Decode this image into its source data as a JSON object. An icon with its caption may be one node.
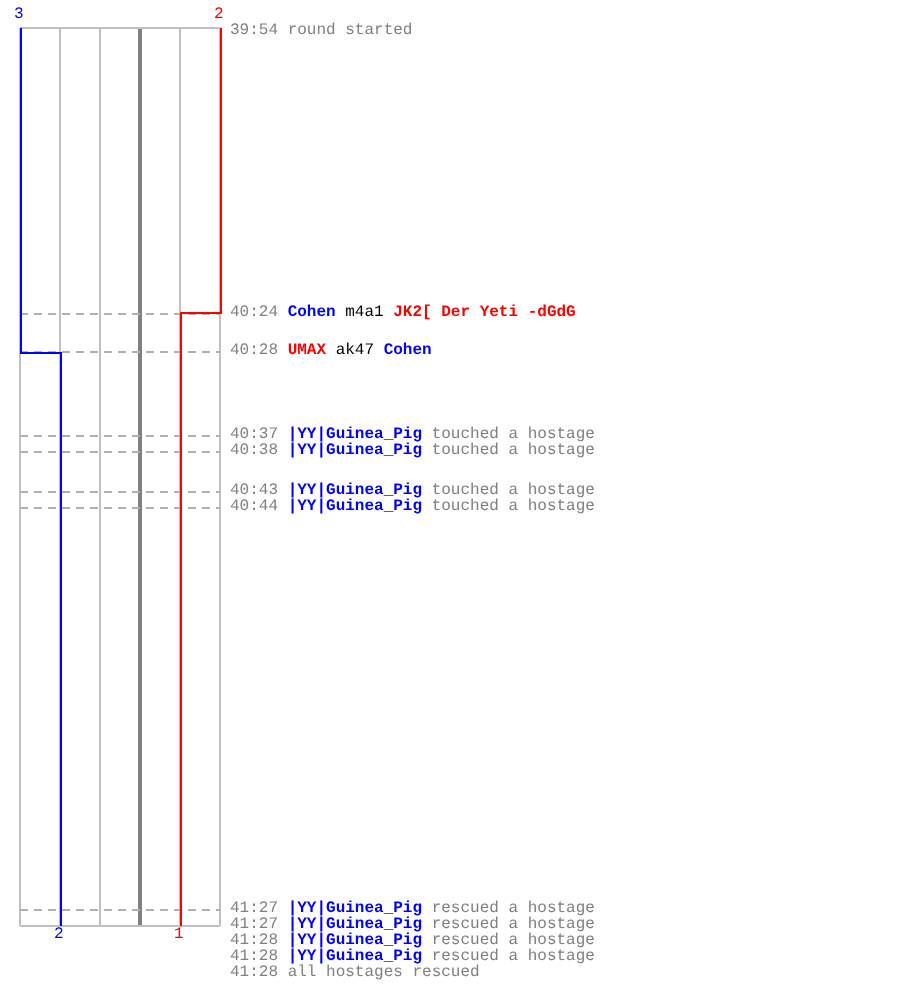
{
  "diagram": {
    "labels": [
      "3",
      "2",
      "39:54",
      "round started",
      "40:24",
      "Cohen",
      "m4a1",
      "JK2[ Der Yeti -dGdG",
      "40:28",
      "UMAX",
      "ak47",
      "Cohen",
      "40:37",
      "|YY|Guinea_Pig",
      "touched a hostage",
      "40:38",
      "|YY|Guinea_Pig",
      "touched a hostage",
      "40:43",
      "|YY|Guinea_Pig",
      "touched a hostage",
      "40:44",
      "|YY|Guinea_Pig",
      "touched a hostage",
      "41:27",
      "|YY|Guinea_Pig",
      "rescued a hostage",
      "41:27",
      "|YY|Guinea_Pig",
      "rescued a hostage",
      "41:28",
      "|YY|Guinea_Pig",
      "rescued a hostage",
      "41:28",
      "|YY|Guinea_Pig",
      "rescued a hostage",
      "41:28",
      "all hostages rescued",
      "2",
      "1"
    ]
  }
}
